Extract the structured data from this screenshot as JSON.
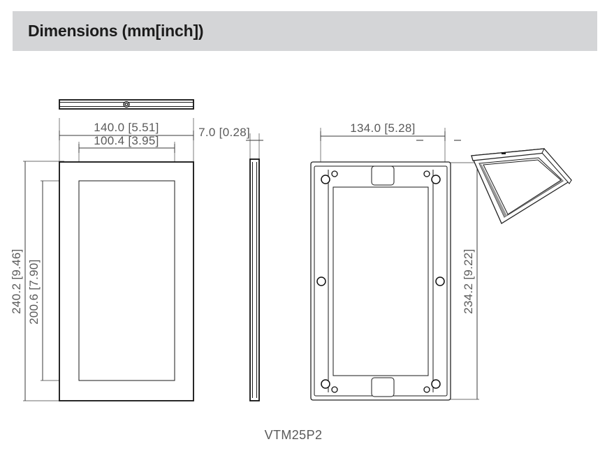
{
  "header": {
    "title": "Dimensions (mm[inch])"
  },
  "model": {
    "label": "VTM25P2"
  },
  "drawing": {
    "type": "engineering-dimension-drawing",
    "units": "mm[inch]",
    "views": [
      {
        "name": "front-view",
        "position": "left"
      },
      {
        "name": "side-profile-view",
        "position": "center"
      },
      {
        "name": "mounting-bracket-view",
        "position": "right"
      },
      {
        "name": "isometric-3d-view",
        "position": "top-right"
      }
    ],
    "dimensions": {
      "front_width_outer": "140.0  [5.51]",
      "front_width_inner": "100.4  [3.95]",
      "front_height_outer": "240.2 [9.46]",
      "front_height_inner": "200.6 [7.90]",
      "side_thickness": "7.0  [0.28]",
      "bracket_width": "134.0  [5.28]",
      "bracket_height": "234.2 [9.22]"
    }
  },
  "colors": {
    "header_bg": "#d4d5d7",
    "header_text": "#1c1c1c",
    "dim_text": "#5a5a5a",
    "line": "#1a1a1a",
    "page_bg": "#ffffff"
  }
}
